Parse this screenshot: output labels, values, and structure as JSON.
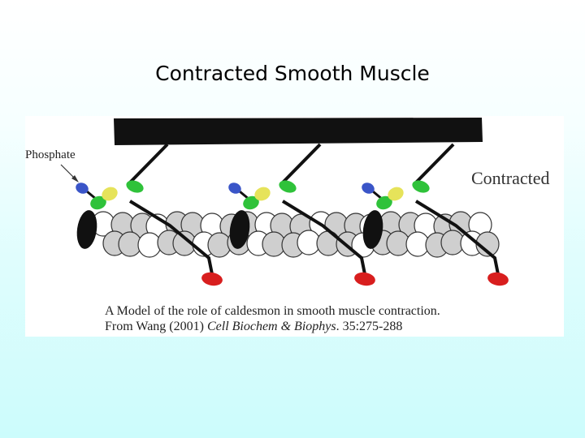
{
  "slide": {
    "title": "Contracted Smooth Muscle"
  },
  "figure": {
    "phosphate_label": "Phosphate",
    "state_label": "Contracted",
    "caption_line1": "A Model of the role of caldesmon in smooth muscle contraction.",
    "caption_prefix": "From Wang (2001) ",
    "caption_journal": "Cell Biochem & Biophys",
    "caption_suffix": ". 35:275-288"
  },
  "colors": {
    "phosphate": "#3a55c8",
    "yellow_domain": "#e6e35a",
    "green_domain": "#2fc23a",
    "red_head": "#d81e1e",
    "black": "#111111",
    "actin_white": "#ffffff",
    "actin_gray": "#cfcfcf"
  }
}
